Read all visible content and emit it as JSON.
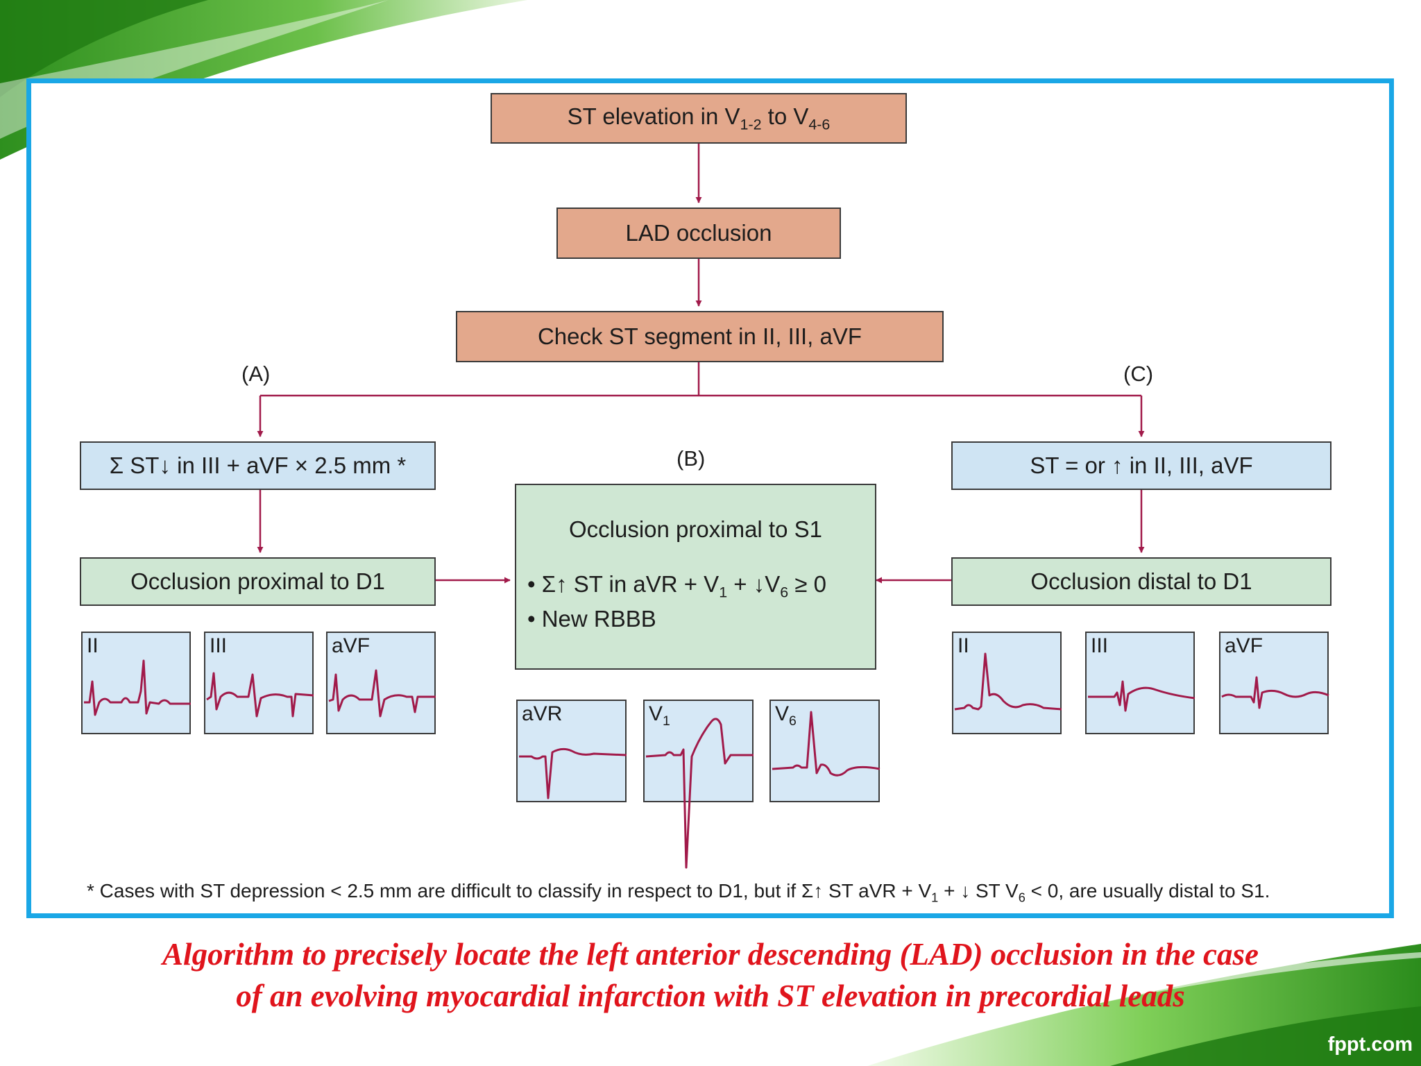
{
  "colors": {
    "frame": "#1aa7e6",
    "caption": "#e0141c",
    "trace": "#a11a4a",
    "salmon": "#e3a88c",
    "blue": "#cfe4f3",
    "green": "#cfe7d3",
    "ecg_bg": "#d6e8f6"
  },
  "flow": {
    "top": {
      "pre": "ST elevation in V",
      "sub1": "1-2",
      "mid": " to V",
      "sub2": "4-6"
    },
    "lad": "LAD occlusion",
    "check": "Check ST segment in II, III, aVF",
    "label_a": "(A)",
    "label_b": "(B)",
    "label_c": "(C)",
    "a_criterion": "Σ ST↓ in III + aVF × 2.5 mm *",
    "a_result": "Occlusion proximal to D1",
    "b_title": "Occlusion proximal to S1",
    "b_bullet1": {
      "pre": "• Σ↑ ST in aVR + V",
      "sub1": "1",
      "mid": " + ↓V",
      "sub2": "6",
      "post": " ≥ 0"
    },
    "b_bullet2": "• New RBBB",
    "c_criterion": "ST = or ↑ in II, III, aVF",
    "c_result": "Occlusion distal to D1"
  },
  "ecg_left": [
    "II",
    "III",
    "aVF"
  ],
  "ecg_center": {
    "avr": "aVR",
    "v1": "V",
    "v1_sub": "1",
    "v6": "V",
    "v6_sub": "6"
  },
  "ecg_right": [
    "II",
    "III",
    "aVF"
  ],
  "footnote": {
    "p1": "* Cases with ST depression < 2.5 mm are difficult to classify in respect to D1, but if Σ↑ ST aVR + V",
    "s1": "1",
    "p2": " + ↓ ST V",
    "s2": "6",
    "p3": " < 0, are usually distal to S1."
  },
  "caption": {
    "line1": "Algorithm to precisely locate the left anterior descending (LAD) occlusion in the case",
    "line2": "of an evolving myocardial infarction with ST elevation in precordial leads"
  },
  "brand": "fppt.com"
}
